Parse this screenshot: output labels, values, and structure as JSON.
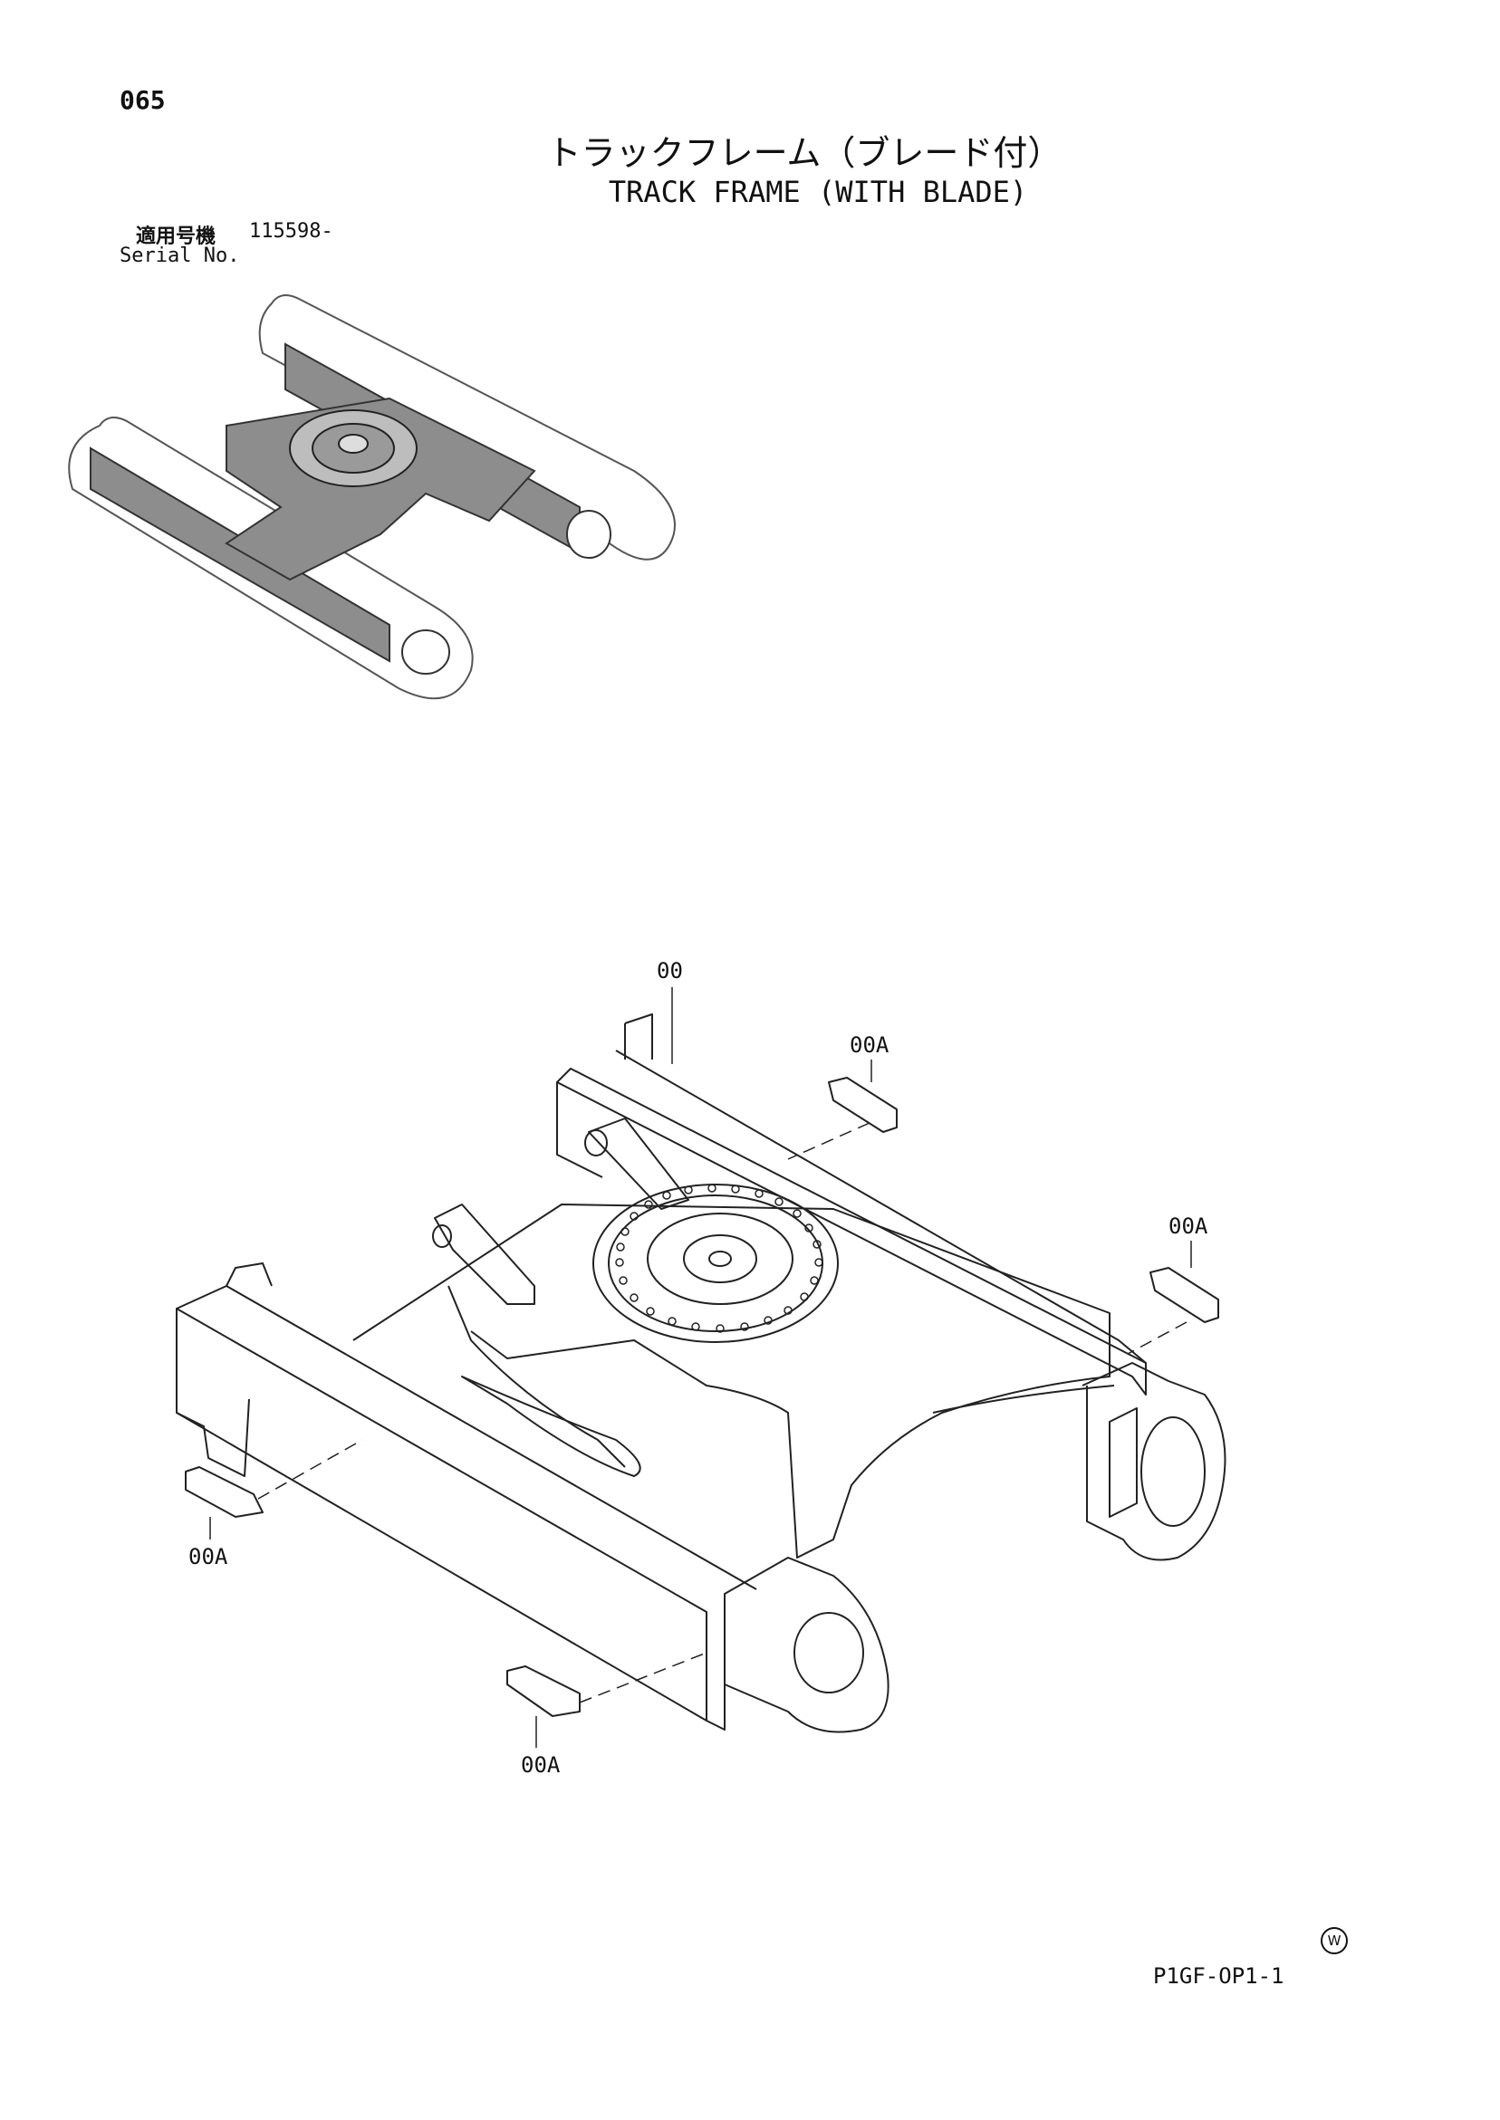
{
  "page": {
    "number": "065",
    "title_jp": "トラックフレーム（ブレード付）",
    "title_en": "TRACK FRAME (WITH BLADE)"
  },
  "serial": {
    "label_jp": "適用号機",
    "value": "115598-",
    "label_en": "Serial No."
  },
  "callouts": {
    "main": "00",
    "guard_1": "00A",
    "guard_2": "00A",
    "guard_3": "00A",
    "guard_4": "00A"
  },
  "footer": {
    "code": "P1GF-OP1-1",
    "mark": "W"
  }
}
